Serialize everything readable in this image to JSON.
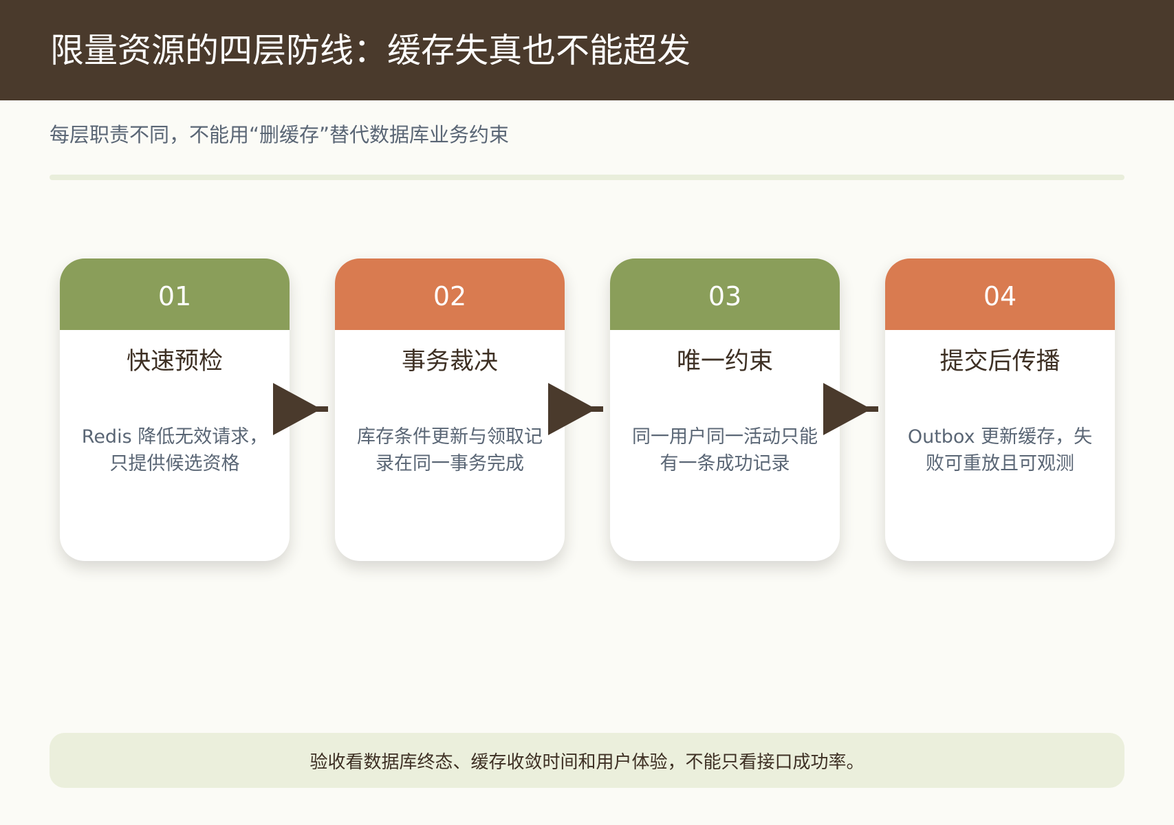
{
  "header": {
    "title": "限量资源的四层防线：缓存失真也不能超发",
    "subtitle": "每层职责不同，不能用“删缓存”替代数据库业务约束"
  },
  "colors": {
    "header_bg": "#4a3a2c",
    "green": "#8a9e5a",
    "orange": "#d97b50",
    "footer_bg": "#ebefdc",
    "arrow": "#4a3a2c"
  },
  "steps": [
    {
      "number": "01",
      "title": "快速预检",
      "description": "Redis 降低无效请求，只提供候选资格",
      "accent": "green"
    },
    {
      "number": "02",
      "title": "事务裁决",
      "description": "库存条件更新与领取记录在同一事务完成",
      "accent": "orange"
    },
    {
      "number": "03",
      "title": "唯一约束",
      "description": "同一用户同一活动只能有一条成功记录",
      "accent": "green"
    },
    {
      "number": "04",
      "title": "提交后传播",
      "description": "Outbox 更新缓存，失败可重放且可观测",
      "accent": "orange"
    }
  ],
  "connectors": [
    {
      "from": "01",
      "to": "02",
      "icon": "arrow-right-icon"
    },
    {
      "from": "02",
      "to": "03",
      "icon": "arrow-right-icon"
    },
    {
      "from": "03",
      "to": "04",
      "icon": "arrow-right-icon"
    }
  ],
  "footer": {
    "note": "验收看数据库终态、缓存收敛时间和用户体验，不能只看接口成功率。"
  }
}
